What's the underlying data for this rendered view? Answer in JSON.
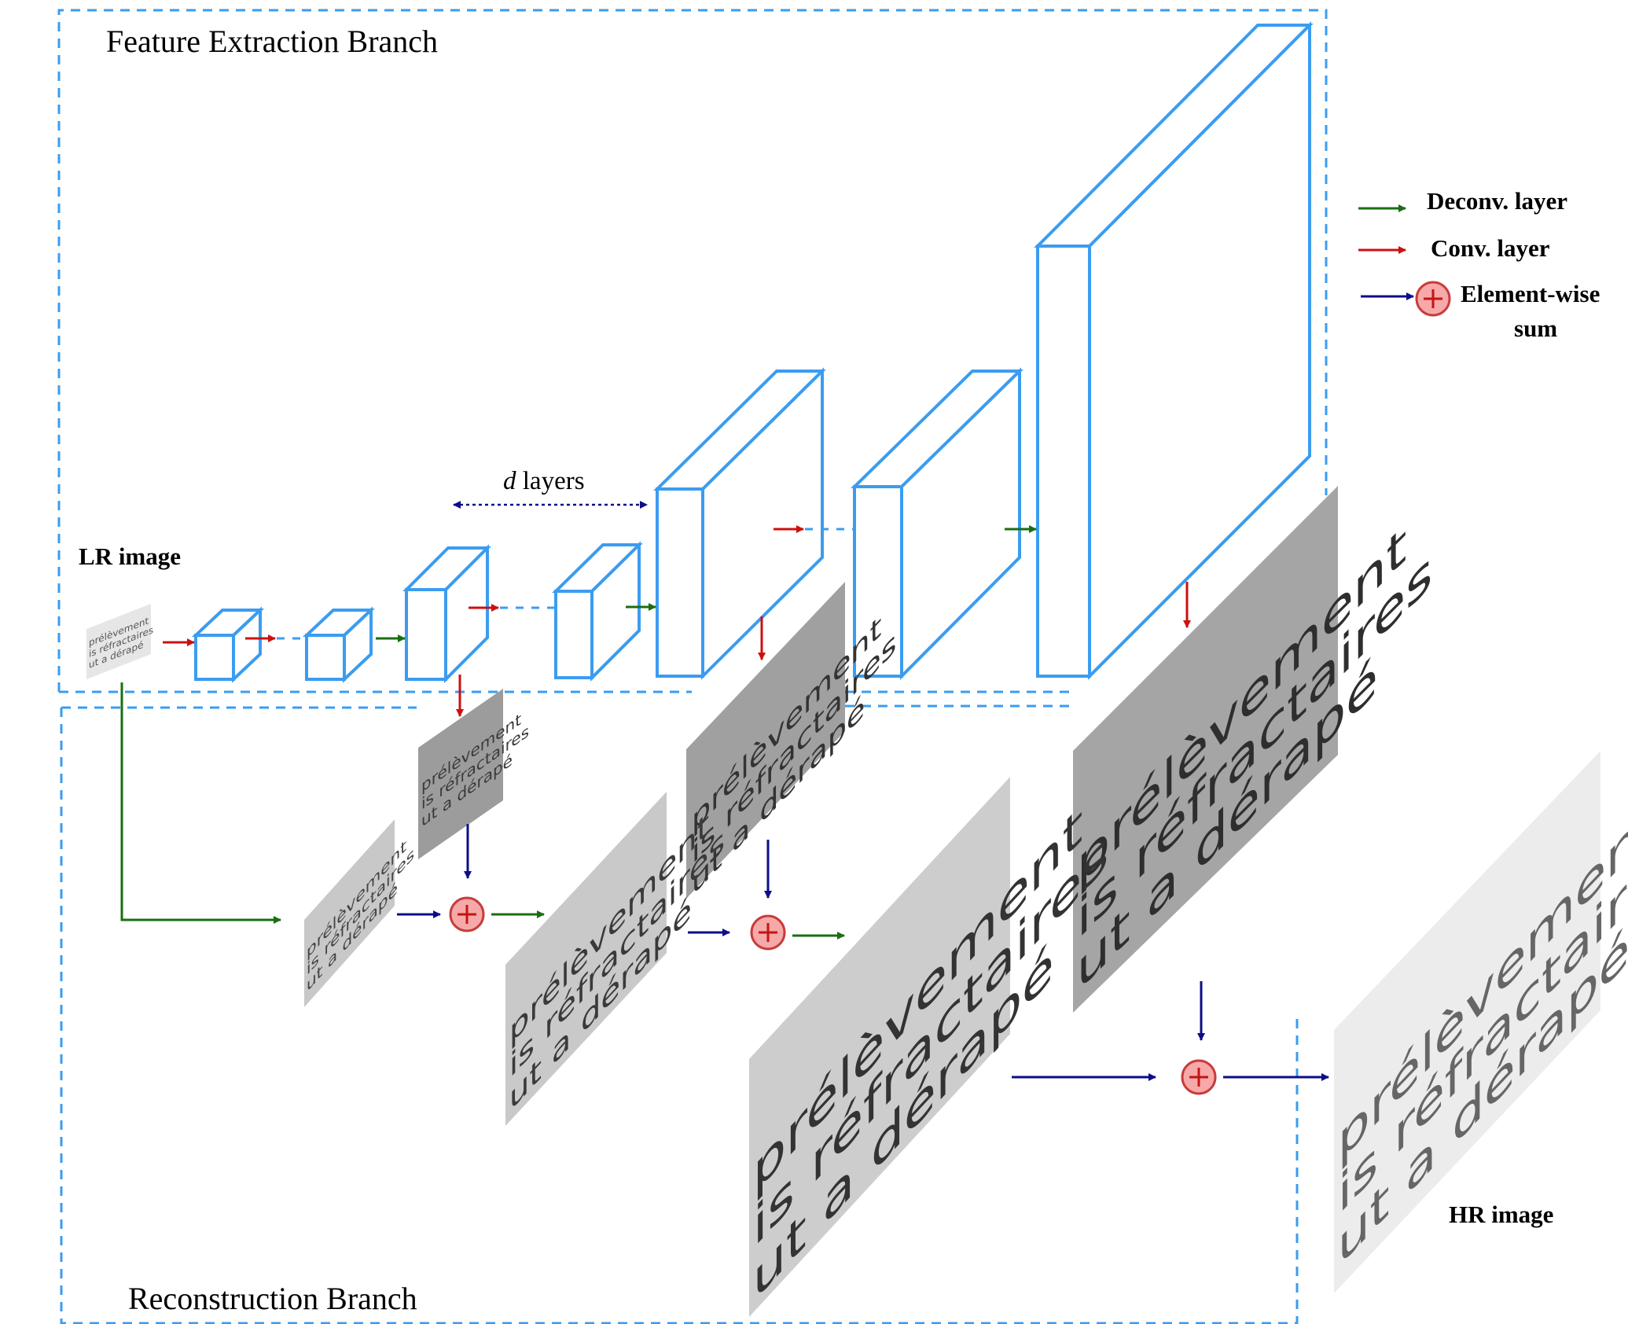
{
  "branches": {
    "feature_extraction": "Feature Extraction Branch",
    "reconstruction": "Reconstruction Branch"
  },
  "labels": {
    "lr_image": "LR image",
    "hr_image": "HR image",
    "d_layers_var": "d",
    "d_layers_text": " layers"
  },
  "legend": {
    "deconv": "Deconv. layer",
    "conv": "Conv. layer",
    "sum_line1": "Element-wise",
    "sum_line2": "sum"
  },
  "image_text": {
    "line1": "prélèvement",
    "line2": "is réfractaires",
    "line3": "ut a dérapé"
  },
  "colors": {
    "block_stroke": "#3b9cf0",
    "boundary": "#3b9cf0",
    "deconv_arrow": "#1a6e12",
    "conv_arrow": "#cc1010",
    "sum_arrow": "#0d0d8a",
    "sum_fill": "#f7a9a9",
    "sum_stroke": "#c83c3c"
  }
}
